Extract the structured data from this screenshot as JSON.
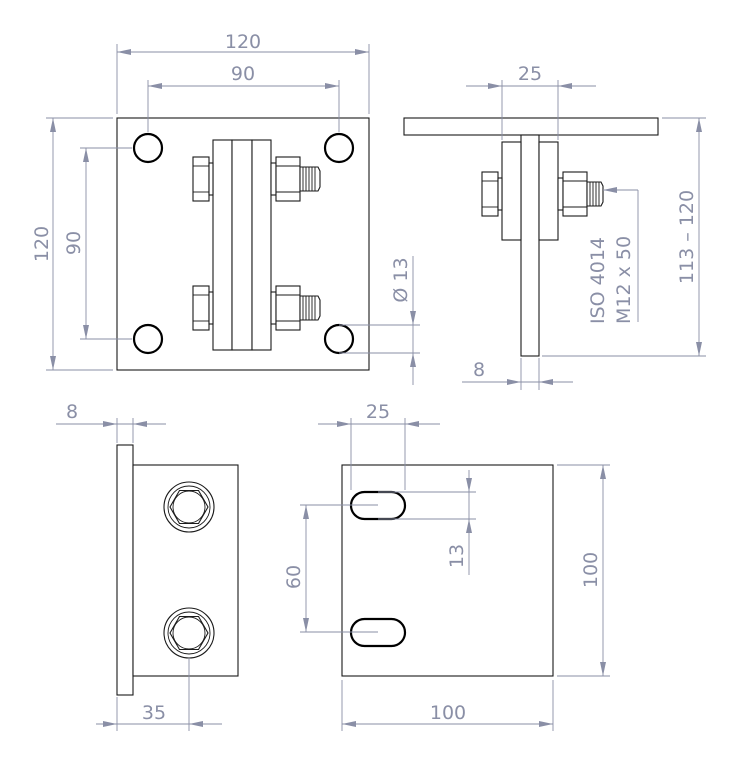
{
  "colors": {
    "dimension": "#8a8fa6",
    "outline": "#1a1a1a",
    "background": "#ffffff"
  },
  "front_view": {
    "width": "120",
    "hole_spacing_x": "90",
    "height": "120",
    "hole_spacing_y": "90",
    "hole_diameter": "Ø 13"
  },
  "side_view": {
    "gap": "25",
    "thickness": "8",
    "height_range": "113 – 120",
    "bolt_standard": "ISO 4014",
    "bolt_size": "M12 x 50"
  },
  "bottom_left_view": {
    "plate_thickness": "8",
    "bolt_offset": "35"
  },
  "bottom_right_view": {
    "slot_length": "25",
    "slot_width": "13",
    "slot_spacing": "60",
    "height": "100",
    "width": "100"
  }
}
